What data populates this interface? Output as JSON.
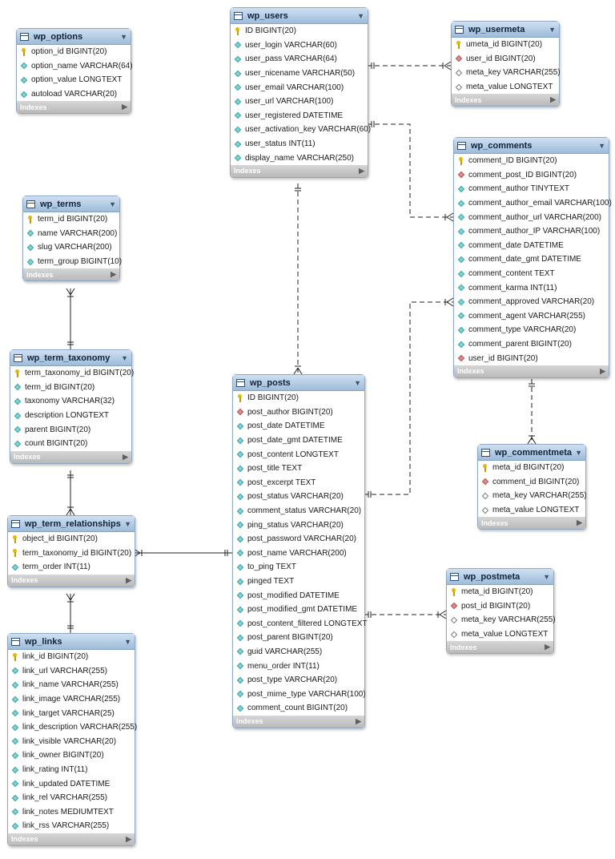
{
  "indexes_label": "Indexes",
  "tables": {
    "wp_options": {
      "name": "wp_options",
      "columns": [
        {
          "text": "option_id BIGINT(20)",
          "icon": "primary-key-icon"
        },
        {
          "text": "option_name VARCHAR(64)",
          "icon": "column-icon"
        },
        {
          "text": "option_value LONGTEXT",
          "icon": "column-icon"
        },
        {
          "text": "autoload VARCHAR(20)",
          "icon": "column-icon"
        }
      ]
    },
    "wp_users": {
      "name": "wp_users",
      "columns": [
        {
          "text": "ID BIGINT(20)",
          "icon": "primary-key-icon"
        },
        {
          "text": "user_login VARCHAR(60)",
          "icon": "column-icon"
        },
        {
          "text": "user_pass VARCHAR(64)",
          "icon": "column-icon"
        },
        {
          "text": "user_nicename VARCHAR(50)",
          "icon": "column-icon"
        },
        {
          "text": "user_email VARCHAR(100)",
          "icon": "column-icon"
        },
        {
          "text": "user_url VARCHAR(100)",
          "icon": "column-icon"
        },
        {
          "text": "user_registered DATETIME",
          "icon": "column-icon"
        },
        {
          "text": "user_activation_key VARCHAR(60)",
          "icon": "column-icon"
        },
        {
          "text": "user_status INT(11)",
          "icon": "column-icon"
        },
        {
          "text": "display_name VARCHAR(250)",
          "icon": "column-icon"
        }
      ]
    },
    "wp_usermeta": {
      "name": "wp_usermeta",
      "columns": [
        {
          "text": "umeta_id BIGINT(20)",
          "icon": "primary-key-icon"
        },
        {
          "text": "user_id BIGINT(20)",
          "icon": "foreign-key-icon"
        },
        {
          "text": "meta_key VARCHAR(255)",
          "icon": "nullable-column-icon"
        },
        {
          "text": "meta_value LONGTEXT",
          "icon": "nullable-column-icon"
        }
      ]
    },
    "wp_terms": {
      "name": "wp_terms",
      "columns": [
        {
          "text": "term_id BIGINT(20)",
          "icon": "primary-key-icon"
        },
        {
          "text": "name VARCHAR(200)",
          "icon": "column-icon"
        },
        {
          "text": "slug VARCHAR(200)",
          "icon": "column-icon"
        },
        {
          "text": "term_group BIGINT(10)",
          "icon": "column-icon"
        }
      ]
    },
    "wp_comments": {
      "name": "wp_comments",
      "columns": [
        {
          "text": "comment_ID BIGINT(20)",
          "icon": "primary-key-icon"
        },
        {
          "text": "comment_post_ID BIGINT(20)",
          "icon": "foreign-key-icon"
        },
        {
          "text": "comment_author TINYTEXT",
          "icon": "column-icon"
        },
        {
          "text": "comment_author_email VARCHAR(100)",
          "icon": "column-icon"
        },
        {
          "text": "comment_author_url VARCHAR(200)",
          "icon": "column-icon"
        },
        {
          "text": "comment_author_IP VARCHAR(100)",
          "icon": "column-icon"
        },
        {
          "text": "comment_date DATETIME",
          "icon": "column-icon"
        },
        {
          "text": "comment_date_gmt DATETIME",
          "icon": "column-icon"
        },
        {
          "text": "comment_content TEXT",
          "icon": "column-icon"
        },
        {
          "text": "comment_karma INT(11)",
          "icon": "column-icon"
        },
        {
          "text": "comment_approved VARCHAR(20)",
          "icon": "column-icon"
        },
        {
          "text": "comment_agent VARCHAR(255)",
          "icon": "column-icon"
        },
        {
          "text": "comment_type VARCHAR(20)",
          "icon": "column-icon"
        },
        {
          "text": "comment_parent BIGINT(20)",
          "icon": "column-icon"
        },
        {
          "text": "user_id BIGINT(20)",
          "icon": "foreign-key-icon"
        }
      ]
    },
    "wp_term_taxonomy": {
      "name": "wp_term_taxonomy",
      "columns": [
        {
          "text": "term_taxonomy_id BIGINT(20)",
          "icon": "primary-key-icon"
        },
        {
          "text": "term_id BIGINT(20)",
          "icon": "column-icon"
        },
        {
          "text": "taxonomy VARCHAR(32)",
          "icon": "column-icon"
        },
        {
          "text": "description LONGTEXT",
          "icon": "column-icon"
        },
        {
          "text": "parent BIGINT(20)",
          "icon": "column-icon"
        },
        {
          "text": "count BIGINT(20)",
          "icon": "column-icon"
        }
      ]
    },
    "wp_posts": {
      "name": "wp_posts",
      "columns": [
        {
          "text": "ID BIGINT(20)",
          "icon": "primary-key-icon"
        },
        {
          "text": "post_author BIGINT(20)",
          "icon": "foreign-key-icon"
        },
        {
          "text": "post_date DATETIME",
          "icon": "column-icon"
        },
        {
          "text": "post_date_gmt DATETIME",
          "icon": "column-icon"
        },
        {
          "text": "post_content LONGTEXT",
          "icon": "column-icon"
        },
        {
          "text": "post_title TEXT",
          "icon": "column-icon"
        },
        {
          "text": "post_excerpt TEXT",
          "icon": "column-icon"
        },
        {
          "text": "post_status VARCHAR(20)",
          "icon": "column-icon"
        },
        {
          "text": "comment_status VARCHAR(20)",
          "icon": "column-icon"
        },
        {
          "text": "ping_status VARCHAR(20)",
          "icon": "column-icon"
        },
        {
          "text": "post_password VARCHAR(20)",
          "icon": "column-icon"
        },
        {
          "text": "post_name VARCHAR(200)",
          "icon": "column-icon"
        },
        {
          "text": "to_ping TEXT",
          "icon": "column-icon"
        },
        {
          "text": "pinged TEXT",
          "icon": "column-icon"
        },
        {
          "text": "post_modified DATETIME",
          "icon": "column-icon"
        },
        {
          "text": "post_modified_gmt DATETIME",
          "icon": "column-icon"
        },
        {
          "text": "post_content_filtered LONGTEXT",
          "icon": "column-icon"
        },
        {
          "text": "post_parent BIGINT(20)",
          "icon": "column-icon"
        },
        {
          "text": "guid VARCHAR(255)",
          "icon": "column-icon"
        },
        {
          "text": "menu_order INT(11)",
          "icon": "column-icon"
        },
        {
          "text": "post_type VARCHAR(20)",
          "icon": "column-icon"
        },
        {
          "text": "post_mime_type VARCHAR(100)",
          "icon": "column-icon"
        },
        {
          "text": "comment_count BIGINT(20)",
          "icon": "column-icon"
        }
      ]
    },
    "wp_commentmeta": {
      "name": "wp_commentmeta",
      "columns": [
        {
          "text": "meta_id BIGINT(20)",
          "icon": "primary-key-icon"
        },
        {
          "text": "comment_id BIGINT(20)",
          "icon": "foreign-key-icon"
        },
        {
          "text": "meta_key VARCHAR(255)",
          "icon": "nullable-column-icon"
        },
        {
          "text": "meta_value LONGTEXT",
          "icon": "nullable-column-icon"
        }
      ]
    },
    "wp_term_relationships": {
      "name": "wp_term_relationships",
      "columns": [
        {
          "text": "object_id BIGINT(20)",
          "icon": "primary-key-icon"
        },
        {
          "text": "term_taxonomy_id BIGINT(20)",
          "icon": "primary-key-icon"
        },
        {
          "text": "term_order INT(11)",
          "icon": "column-icon"
        }
      ]
    },
    "wp_postmeta": {
      "name": "wp_postmeta",
      "columns": [
        {
          "text": "meta_id BIGINT(20)",
          "icon": "primary-key-icon"
        },
        {
          "text": "post_id BIGINT(20)",
          "icon": "foreign-key-icon"
        },
        {
          "text": "meta_key VARCHAR(255)",
          "icon": "nullable-column-icon"
        },
        {
          "text": "meta_value LONGTEXT",
          "icon": "nullable-column-icon"
        }
      ]
    },
    "wp_links": {
      "name": "wp_links",
      "columns": [
        {
          "text": "link_id BIGINT(20)",
          "icon": "primary-key-icon"
        },
        {
          "text": "link_url VARCHAR(255)",
          "icon": "column-icon"
        },
        {
          "text": "link_name VARCHAR(255)",
          "icon": "column-icon"
        },
        {
          "text": "link_image VARCHAR(255)",
          "icon": "column-icon"
        },
        {
          "text": "link_target VARCHAR(25)",
          "icon": "column-icon"
        },
        {
          "text": "link_description VARCHAR(255)",
          "icon": "column-icon"
        },
        {
          "text": "link_visible VARCHAR(20)",
          "icon": "column-icon"
        },
        {
          "text": "link_owner BIGINT(20)",
          "icon": "column-icon"
        },
        {
          "text": "link_rating INT(11)",
          "icon": "column-icon"
        },
        {
          "text": "link_updated DATETIME",
          "icon": "column-icon"
        },
        {
          "text": "link_rel VARCHAR(255)",
          "icon": "column-icon"
        },
        {
          "text": "link_notes MEDIUMTEXT",
          "icon": "column-icon"
        },
        {
          "text": "link_rss VARCHAR(255)",
          "icon": "column-icon"
        }
      ]
    }
  },
  "relationships": [
    {
      "from": "wp_users",
      "to": "wp_usermeta",
      "style": "dashed"
    },
    {
      "from": "wp_users",
      "to": "wp_comments",
      "style": "dashed"
    },
    {
      "from": "wp_users",
      "to": "wp_posts",
      "style": "dashed"
    },
    {
      "from": "wp_posts",
      "to": "wp_comments",
      "style": "dashed"
    },
    {
      "from": "wp_comments",
      "to": "wp_commentmeta",
      "style": "dashed"
    },
    {
      "from": "wp_posts",
      "to": "wp_postmeta",
      "style": "dashed"
    },
    {
      "from": "wp_posts",
      "to": "wp_term_relationships",
      "style": "solid"
    },
    {
      "from": "wp_terms",
      "to": "wp_term_taxonomy",
      "style": "solid"
    },
    {
      "from": "wp_term_taxonomy",
      "to": "wp_term_relationships",
      "style": "solid"
    },
    {
      "from": "wp_term_relationships",
      "to": "wp_links",
      "style": "solid"
    }
  ],
  "colors": {
    "header": "#9dbcdb",
    "border": "#8fa9c4",
    "indexes_bar": "#c4c4c4",
    "primary_key": "#e6b800",
    "column": "#7fd4d4",
    "foreign_key": "#e08a8a"
  }
}
